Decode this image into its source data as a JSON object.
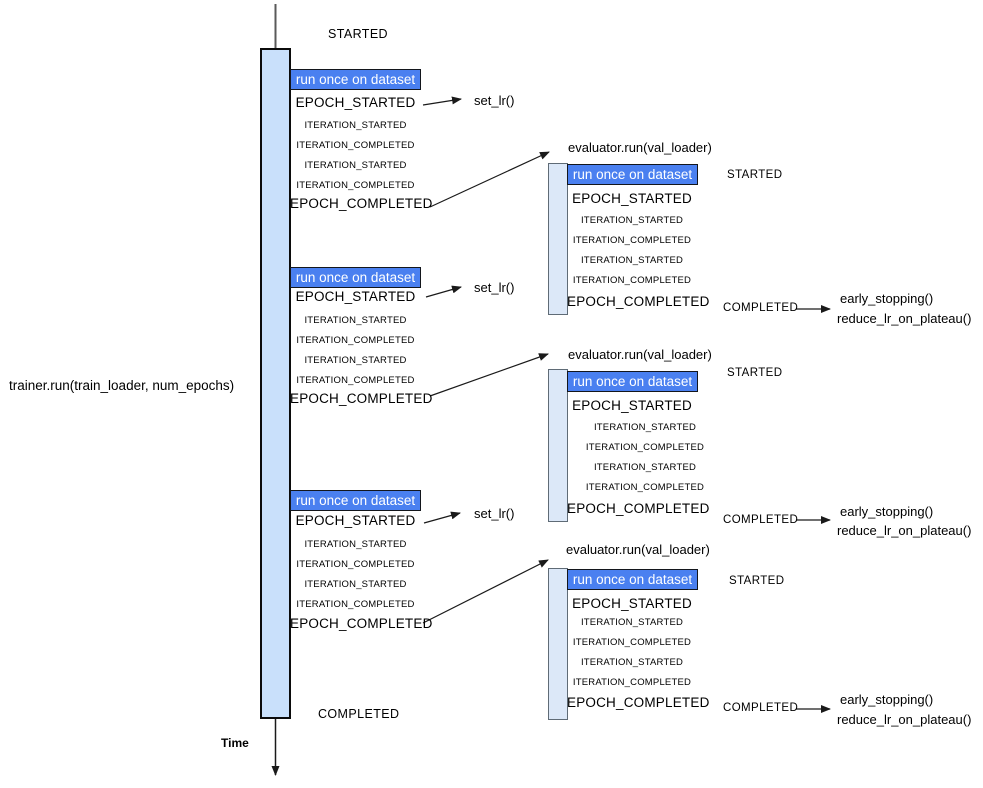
{
  "colors": {
    "trainer_bar_fill": "#c9e0fb",
    "trainer_bar_border": "#0b0b0b",
    "evaluator_bar_fill": "#dce8f8",
    "evaluator_bar_border": "#5f6b76",
    "header_box_fill": "#4a80f0",
    "header_box_text": "#ffffff",
    "arrow": "#1a1a1a",
    "background": "#ffffff"
  },
  "trainer": {
    "run_label": "trainer.run(train_loader, num_epochs)",
    "started_label": "STARTED",
    "completed_label": "COMPLETED",
    "time_label": "Time",
    "epoch_blocks": [
      {
        "header": "run once on dataset",
        "handler": "set_lr()",
        "events": [
          "EPOCH_STARTED",
          "ITERATION_STARTED",
          "ITERATION_COMPLETED",
          "ITERATION_STARTED",
          "ITERATION_COMPLETED",
          "EPOCH_COMPLETED"
        ]
      },
      {
        "header": "run once on dataset",
        "handler": "set_lr()",
        "events": [
          "EPOCH_STARTED",
          "ITERATION_STARTED",
          "ITERATION_COMPLETED",
          "ITERATION_STARTED",
          "ITERATION_COMPLETED",
          "EPOCH_COMPLETED"
        ]
      },
      {
        "header": "run once on dataset",
        "handler": "set_lr()",
        "events": [
          "EPOCH_STARTED",
          "ITERATION_STARTED",
          "ITERATION_COMPLETED",
          "ITERATION_STARTED",
          "ITERATION_COMPLETED",
          "EPOCH_COMPLETED"
        ]
      }
    ]
  },
  "evaluators": [
    {
      "title": "evaluator.run(val_loader)",
      "header": "run once on dataset",
      "started_label": "STARTED",
      "completed_label": "COMPLETED",
      "handlers": [
        "early_stopping()",
        "reduce_lr_on_plateau()"
      ],
      "events": [
        "EPOCH_STARTED",
        "ITERATION_STARTED",
        "ITERATION_COMPLETED",
        "ITERATION_STARTED",
        "ITERATION_COMPLETED",
        "EPOCH_COMPLETED"
      ]
    },
    {
      "title": "evaluator.run(val_loader)",
      "header": "run once on dataset",
      "started_label": "STARTED",
      "completed_label": "COMPLETED",
      "handlers": [
        "early_stopping()",
        "reduce_lr_on_plateau()"
      ],
      "events": [
        "EPOCH_STARTED",
        "ITERATION_STARTED",
        "ITERATION_COMPLETED",
        "ITERATION_STARTED",
        "ITERATION_COMPLETED",
        "EPOCH_COMPLETED"
      ]
    },
    {
      "title": "evaluator.run(val_loader)",
      "header": "run once on dataset",
      "started_label": "STARTED",
      "completed_label": "COMPLETED",
      "handlers": [
        "early_stopping()",
        "reduce_lr_on_plateau()"
      ],
      "events": [
        "EPOCH_STARTED",
        "ITERATION_STARTED",
        "ITERATION_COMPLETED",
        "ITERATION_STARTED",
        "ITERATION_COMPLETED",
        "EPOCH_COMPLETED"
      ]
    }
  ]
}
